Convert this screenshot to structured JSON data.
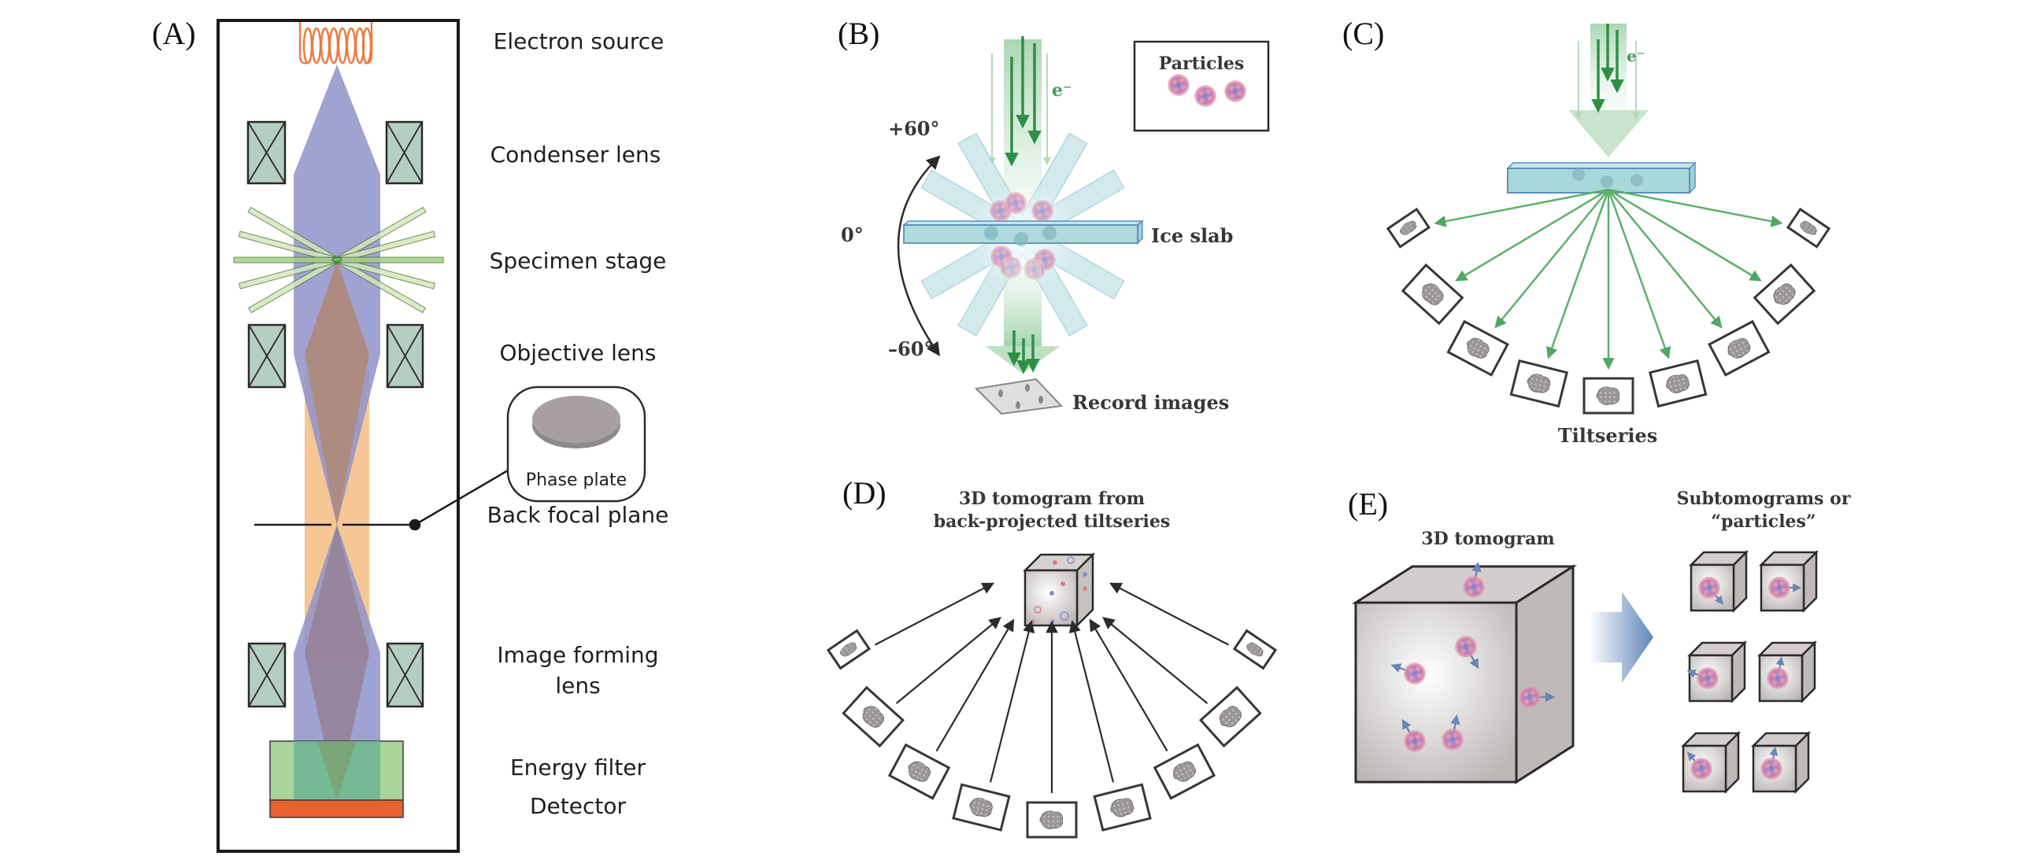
{
  "figure": {
    "panels": {
      "A": {
        "label": "(A)",
        "title": "Cryo-TEM column schematic",
        "components": [
          {
            "id": "electron_source",
            "label": "Electron source"
          },
          {
            "id": "condenser_lens",
            "label": "Condenser lens"
          },
          {
            "id": "specimen_stage",
            "label": "Specimen stage"
          },
          {
            "id": "objective_lens",
            "label": "Objective lens"
          },
          {
            "id": "phase_plate",
            "label": "Phase plate"
          },
          {
            "id": "back_focal_plane",
            "label": "Back focal plane"
          },
          {
            "id": "image_forming_lens",
            "label_line1": "Image forming",
            "label_line2": "lens"
          },
          {
            "id": "energy_filter",
            "label": "Energy filter"
          },
          {
            "id": "detector",
            "label": "Detector"
          }
        ]
      },
      "B": {
        "label": "(B)",
        "beam_label": "e⁻",
        "angle_plus": "+60°",
        "angle_zero": "0°",
        "angle_minus": "–60°",
        "ice_slab_label": "Ice slab",
        "record_label": "Record images",
        "legend_title": "Particles",
        "tilt_angles_deg": [
          -60,
          -30,
          0,
          30,
          60
        ]
      },
      "C": {
        "label": "(C)",
        "beam_label": "e⁻",
        "caption": "Tiltseries",
        "frame_count": 9
      },
      "D": {
        "label": "(D)",
        "title_line1": "3D tomogram from",
        "title_line2": "back-projected tiltseries",
        "frame_count": 9
      },
      "E": {
        "label": "(E)",
        "left_title": "3D tomogram",
        "right_title_line1": "Subtomograms or",
        "right_title_line2": "“particles”",
        "subtomogram_count": 6
      }
    },
    "colors": {
      "beam_blue": "#8f92c9",
      "beam_orange": "#f5c08a",
      "beam_brown": "#ae8a7d",
      "lens_fill": "#b4cfbf",
      "coil": "#f0783c",
      "stage_green": "#a8cf84",
      "energy_filter": "#a9d49a",
      "energy_filter_core": "#6db592",
      "detector": "#e8612e",
      "phase_plate": "#a8a0a0",
      "ice": "#a9d8db",
      "ice_edge": "#6a9bc7",
      "electron_green": "#2f8f46",
      "arrow_green": "#5cb06c",
      "particle_red": "#e07a8a",
      "particle_blue": "#8a8fd0",
      "cube_gray": "#c8c3c2",
      "extract_arrow": "#5f86b8"
    }
  }
}
